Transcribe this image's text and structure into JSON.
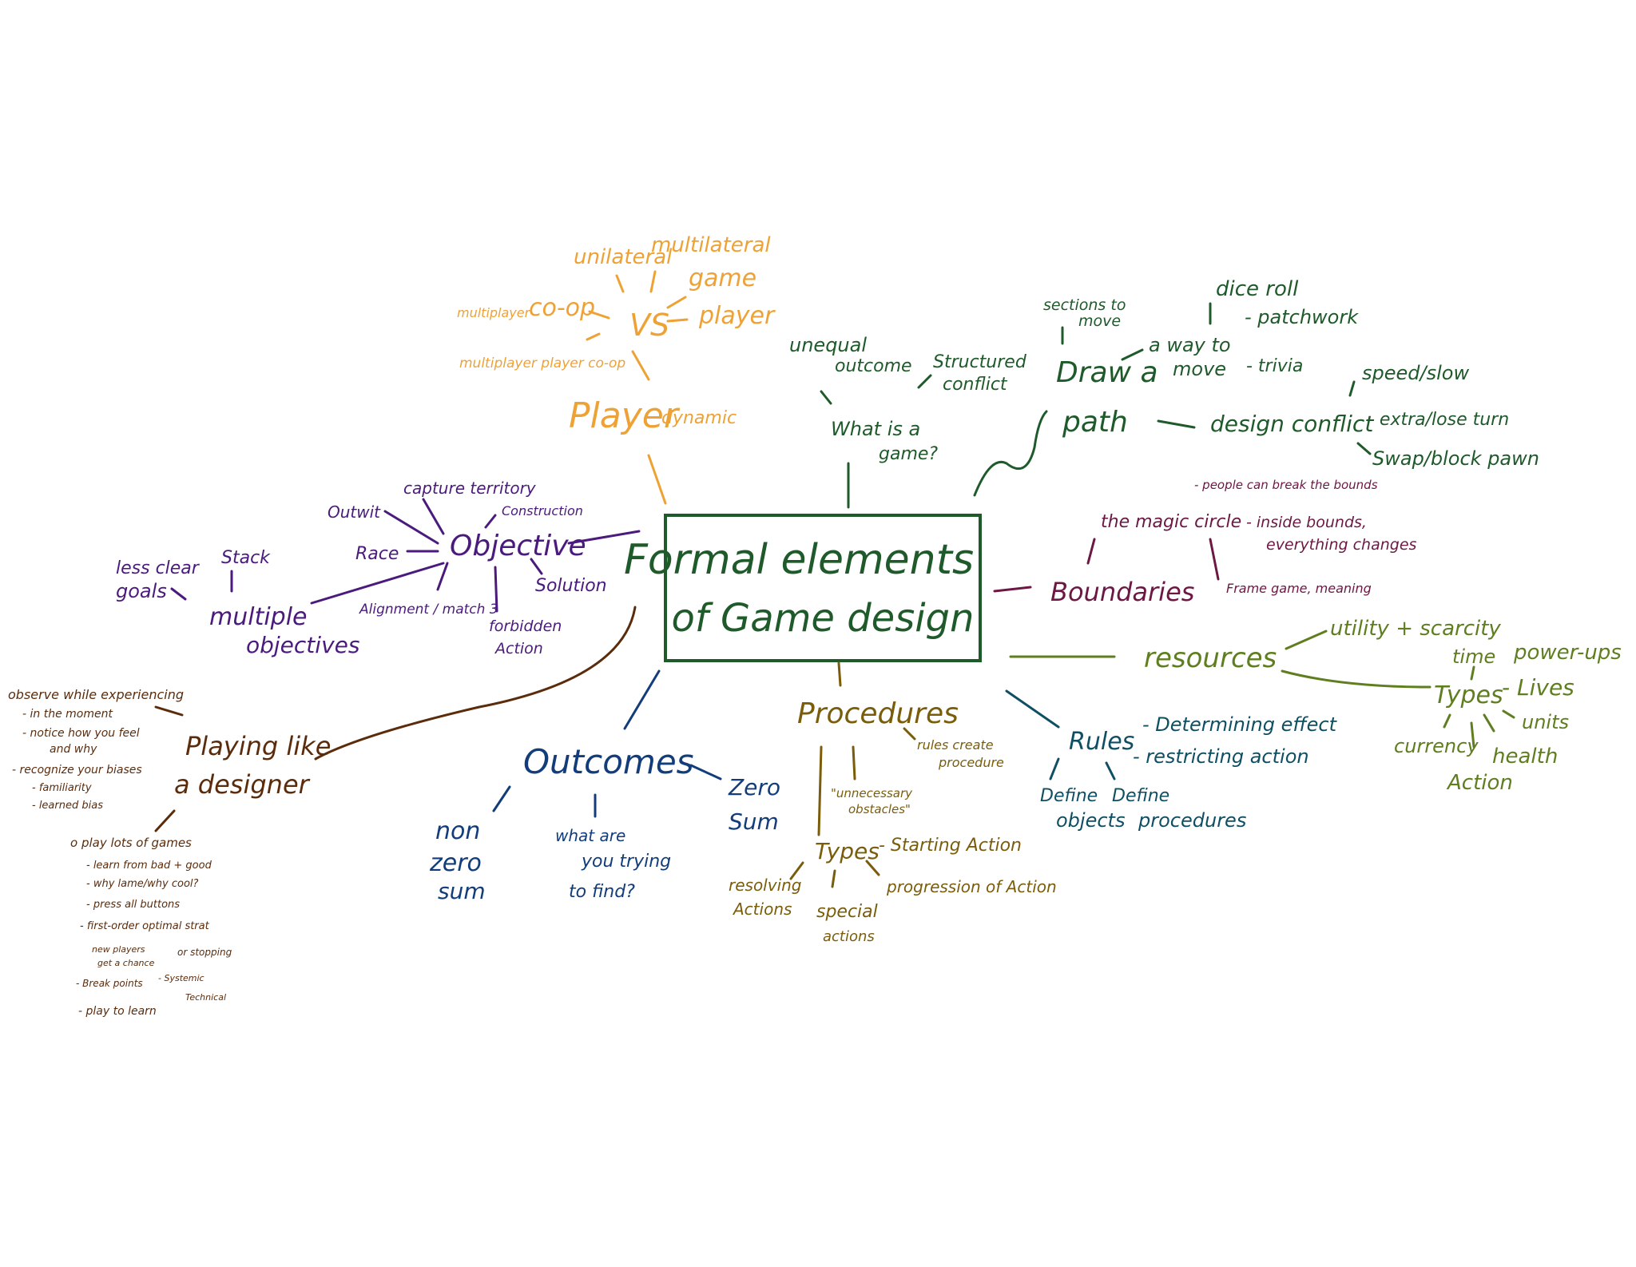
{
  "colors": {
    "center": "#1e5a2a",
    "player": "#eea236",
    "objective": "#4b1a7d",
    "designer": "#5a2c0c",
    "outcomes": "#123d7a",
    "procedures": "#7a5d0b",
    "rules": "#0f4f64",
    "resources": "#5f7e1f",
    "boundaries": "#6c1744",
    "path": "#1e5a2a"
  },
  "center": {
    "title_line1": "Formal elements",
    "title_line2": "of Game design"
  },
  "player": {
    "main": "Player",
    "dynamic": "dynamic",
    "vs": "VS",
    "unilateral": "unilateral",
    "multilateral": "multilateral",
    "coop": "co-op",
    "multiplayer": "multiplayer",
    "multiplayer_coop": "multiplayer player co-op",
    "game": "game",
    "player_word": "player"
  },
  "objective": {
    "main": "Objective",
    "outwit": "Outwit",
    "capture": "capture territory",
    "construction": "Construction",
    "race": "Race",
    "solution": "Solution",
    "alignment": "Alignment / match 3",
    "forbidden1": "forbidden",
    "forbidden2": "Action",
    "multiple1": "multiple",
    "multiple2": "objectives",
    "stack": "Stack",
    "lessclear1": "less clear",
    "lessclear2": "goals"
  },
  "designer": {
    "main1": "Playing like",
    "main2": "a designer",
    "left": [
      "observe while experiencing",
      "- in the moment",
      "- notice how you feel",
      "and why",
      "- recognize your biases",
      "- familiarity",
      "- learned bias"
    ],
    "bottom": [
      "o play lots of games",
      "- learn from bad + good",
      "- why lame/why cool?",
      "- press all buttons",
      "- first-order optimal strat",
      "new players",
      "get a chance",
      "or stopping",
      "- Break points",
      "- Systemic",
      "Technical",
      "- play to learn"
    ]
  },
  "outcomes": {
    "main": "Outcomes",
    "zero1": "Zero",
    "zero2": "Sum",
    "nonzero1": "non",
    "nonzero2": "zero",
    "nonzero3": "sum",
    "what1": "what are",
    "what2": "you trying",
    "what3": "to find?"
  },
  "procedures": {
    "main": "Procedures",
    "rules_create1": "rules create",
    "rules_create2": "procedure",
    "unnecessary1": "\"unnecessary",
    "unnecessary2": "obstacles\"",
    "types": "Types",
    "starting": "- Starting Action",
    "progression": "progression of Action",
    "resolving1": "resolving",
    "resolving2": "Actions",
    "special1": "special",
    "special2": "actions"
  },
  "rules": {
    "main": "Rules",
    "determining": "- Determining effect",
    "restricting": "- restricting action",
    "define_obj1": "Define",
    "define_obj2": "objects",
    "define_proc1": "Define",
    "define_proc2": "procedures"
  },
  "game": {
    "what1": "What is a",
    "what2": "game?",
    "unequal1": "unequal",
    "unequal2": "outcome",
    "structured1": "Structured",
    "structured2": "conflict"
  },
  "path": {
    "main1": "Draw a",
    "main2": "path",
    "sections1": "sections to",
    "sections2": "move",
    "way1": "a way to",
    "way2": "move",
    "diceroll": "dice roll",
    "patchwork": "- patchwork",
    "trivia": "- trivia",
    "design_conflict": "design conflict",
    "speed": "speed/slow",
    "extra": "- extra/lose turn",
    "swap": "Swap/block pawn"
  },
  "boundaries": {
    "main": "Boundaries",
    "magic": "the magic circle",
    "people": "- people can break the bounds",
    "inside1": "- inside bounds,",
    "inside2": "everything changes",
    "frame": "Frame game, meaning"
  },
  "resources": {
    "main": "resources",
    "utility": "utility + scarcity",
    "types": "Types",
    "time": "time",
    "powerups": "power-ups",
    "lives": "- Lives",
    "units": "units",
    "currency": "currency",
    "health": "health",
    "action": "Action"
  }
}
